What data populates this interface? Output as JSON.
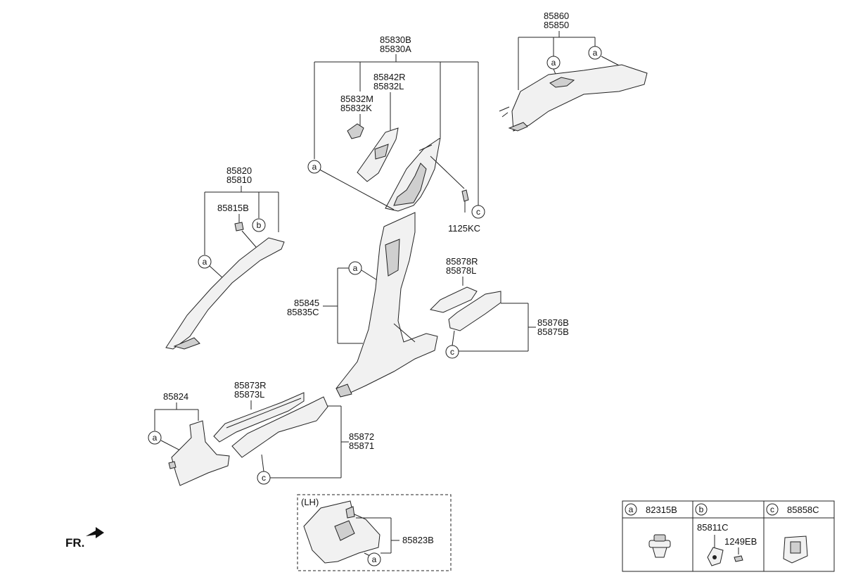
{
  "callouts": {
    "top_center": [
      "85830B",
      "85830A"
    ],
    "pillar_b_upper_r": [
      "85842R",
      "85832L"
    ],
    "pillar_b_upper_m": [
      "85832M",
      "85832K"
    ],
    "top_right": [
      "85860",
      "85850"
    ],
    "pillar_a": [
      "85820",
      "85810"
    ],
    "clip_a_pillar": "85815B",
    "screw": "1125KC",
    "pillar_b_lower": [
      "85845",
      "85835C"
    ],
    "scuff_rear_inner": [
      "85878R",
      "85878L"
    ],
    "scuff_rear": [
      "85876B",
      "85875B"
    ],
    "cowl": "85824",
    "scuff_front_inner": [
      "85873R",
      "85873L"
    ],
    "scuff_front": [
      "85872",
      "85871"
    ],
    "lh_box": {
      "tag": "(LH)",
      "part": "85823B"
    },
    "front_indicator": "FR."
  },
  "markers": {
    "a": "a",
    "b": "b",
    "c": "c"
  },
  "legend": [
    {
      "key": "a",
      "parts": [
        "82315B"
      ]
    },
    {
      "key": "b",
      "parts": [
        "85811C",
        "1249EB"
      ]
    },
    {
      "key": "c",
      "parts": [
        "85858C"
      ]
    }
  ]
}
